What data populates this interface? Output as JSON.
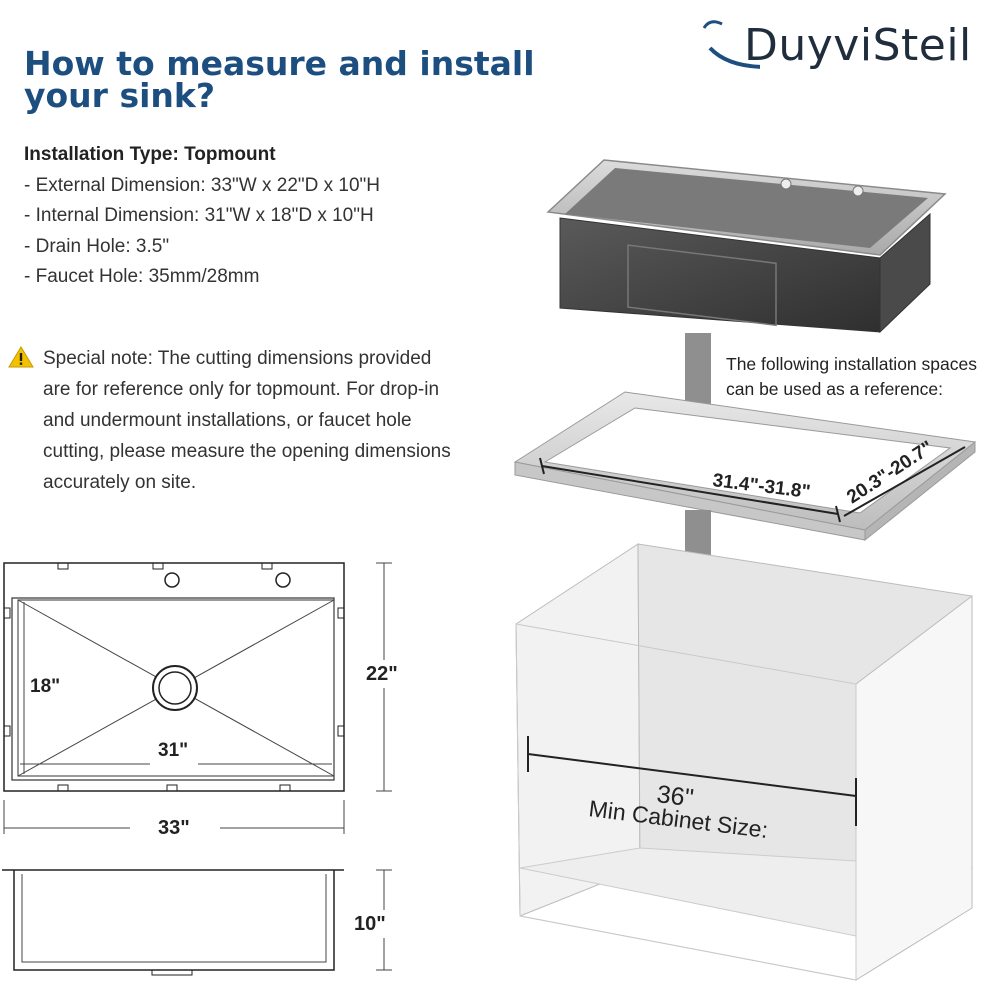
{
  "brand": {
    "name": "DuyviSteil"
  },
  "headline": {
    "line1": "How to measure and install",
    "line2": "your sink?"
  },
  "specs": {
    "title": "Installation Type: Topmount",
    "items": [
      "- External Dimension: 33\"W x 22\"D x 10\"H",
      "- Internal Dimension: 31\"W x 18\"D x 10\"H",
      "- Drain Hole: 3.5\"",
      "- Faucet Hole: 35mm/28mm"
    ]
  },
  "note": {
    "icon": "warning-icon",
    "lines": [
      "Special note: The cutting dimensions provided",
      "are for reference only for topmount. For drop-in",
      "and undermount installations, or faucet hole",
      "cutting, please measure the opening dimensions",
      "accurately on site."
    ]
  },
  "reference_note": {
    "line1": "The following installation spaces",
    "line2": "can be used as a reference:"
  },
  "cutout": {
    "width_label": "31.4\"-31.8\"",
    "depth_label": "20.3\"-20.7\""
  },
  "cabinet": {
    "width_label": "36\"",
    "caption": "Min Cabinet Size:"
  },
  "top_view": {
    "external_width": "33\"",
    "external_depth": "22\"",
    "internal_width": "31\"",
    "internal_depth": "18\""
  },
  "side_view": {
    "height": "10\""
  },
  "colors": {
    "headline": "#1d4e80",
    "steel_dark": "#3a3a3a",
    "warning": "#f2c200"
  }
}
